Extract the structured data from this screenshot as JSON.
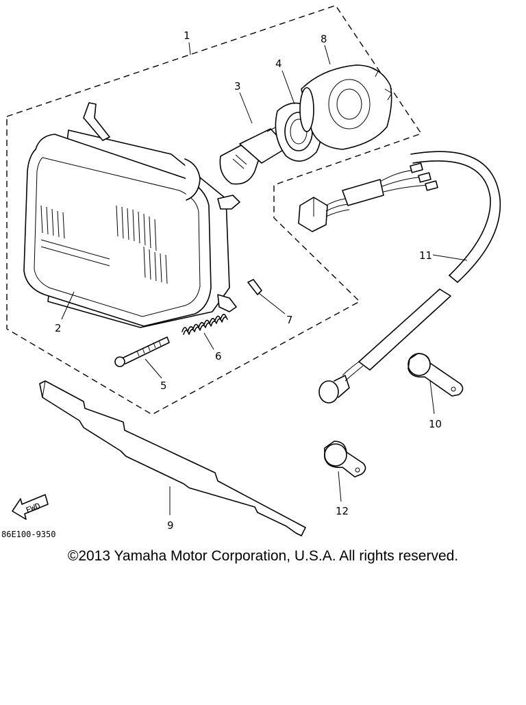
{
  "diagram": {
    "callouts": {
      "p1": "1",
      "p2": "2",
      "p3": "3",
      "p4": "4",
      "p5": "5",
      "p6": "6",
      "p7": "7",
      "p8": "8",
      "p9": "9",
      "p10": "10",
      "p11": "11",
      "p12": "12"
    },
    "fwd_label": "FWD",
    "drawing_code": "86E100-9350"
  },
  "footer": {
    "copyright": "©2013 Yamaha Motor Corporation, U.S.A. All rights reserved."
  }
}
